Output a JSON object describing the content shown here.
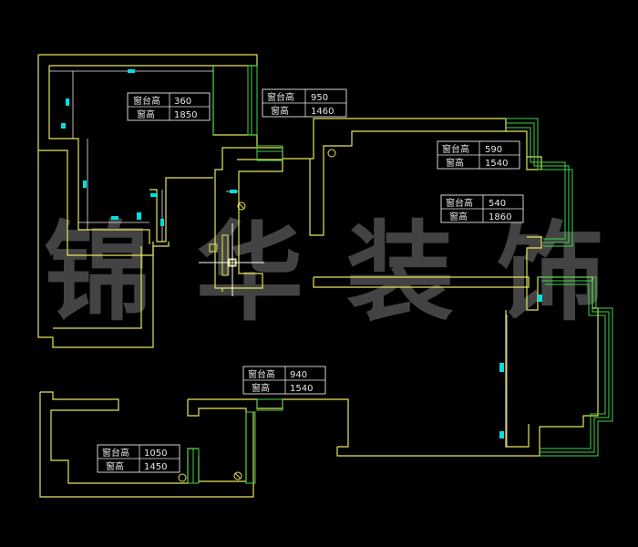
{
  "watermark": [
    "锦",
    "华",
    "装",
    "饰"
  ],
  "window_labels": [
    {
      "sill_label": "窗台高",
      "sill_value": "360",
      "height_label": "窗高",
      "height_value": "1850"
    },
    {
      "sill_label": "窗台高",
      "sill_value": "950",
      "height_label": "窗高",
      "height_value": "1460"
    },
    {
      "sill_label": "窗台高",
      "sill_value": "590",
      "height_label": "窗高",
      "height_value": "1540"
    },
    {
      "sill_label": "窗台高",
      "sill_value": "540",
      "height_label": "窗高",
      "height_value": "1860"
    },
    {
      "sill_label": "窗台高",
      "sill_value": "940",
      "height_label": "窗高",
      "height_value": "1540"
    },
    {
      "sill_label": "窗台高",
      "sill_value": "1050",
      "height_label": "窗高",
      "height_value": "1450"
    }
  ],
  "colors": {
    "background": "#000000",
    "wall": "#e6e65a",
    "window": "#3fd44a",
    "dimension": "#00e0e0",
    "label": "#e8e8e8"
  }
}
